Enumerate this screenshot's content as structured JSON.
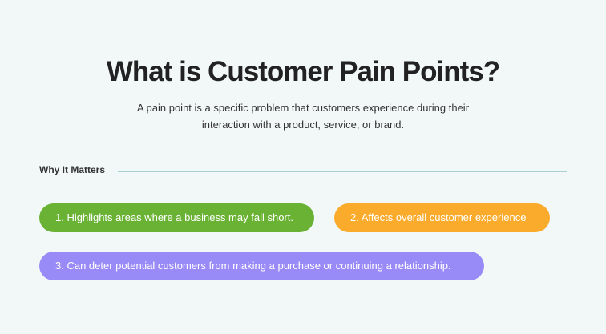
{
  "title": "What is Customer Pain Points?",
  "subtitle_line1": "A pain point is a specific problem that customers experience during their",
  "subtitle_line2": "interaction with a product, service, or brand.",
  "section_label": "Why It Matters",
  "points": [
    {
      "text": "1.  Highlights areas where a business may fall short.",
      "color": "#6ab234"
    },
    {
      "text": "2.  Affects overall customer experience",
      "color": "#fbab2b"
    },
    {
      "text": "3.  Can deter potential customers from making a purchase or continuing a relationship.",
      "color": "#988bf7"
    }
  ]
}
